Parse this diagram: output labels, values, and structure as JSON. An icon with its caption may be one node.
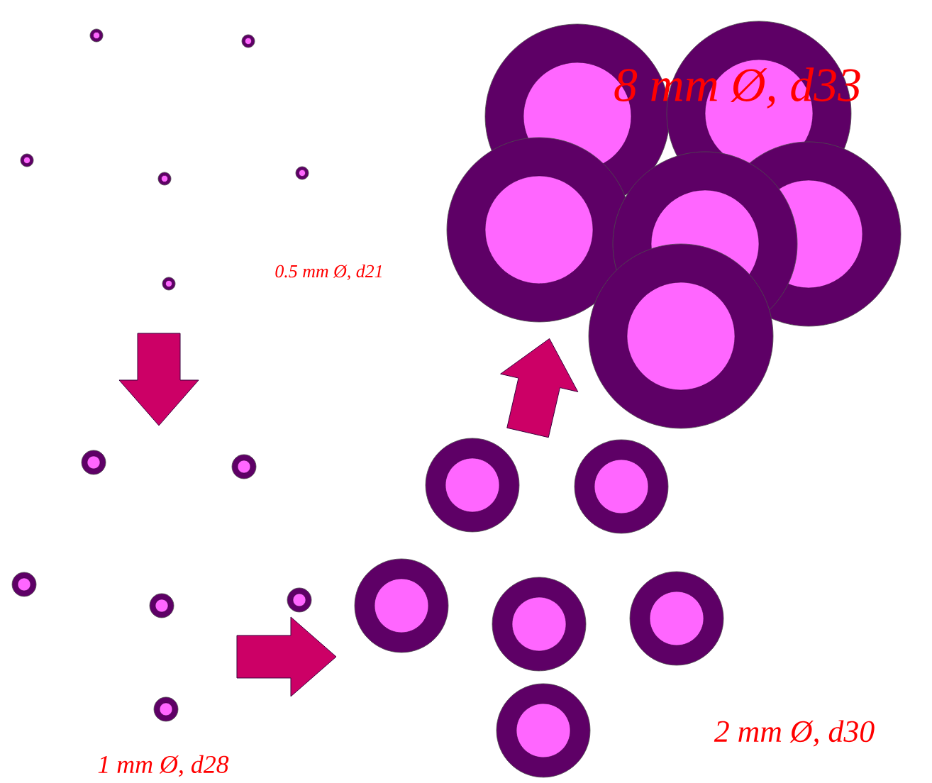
{
  "diagram": {
    "labels": [
      "8 mm Ø, d33",
      "0.5 mm Ø, d21",
      "1 mm Ø, d28",
      "2 mm Ø, d30"
    ]
  }
}
